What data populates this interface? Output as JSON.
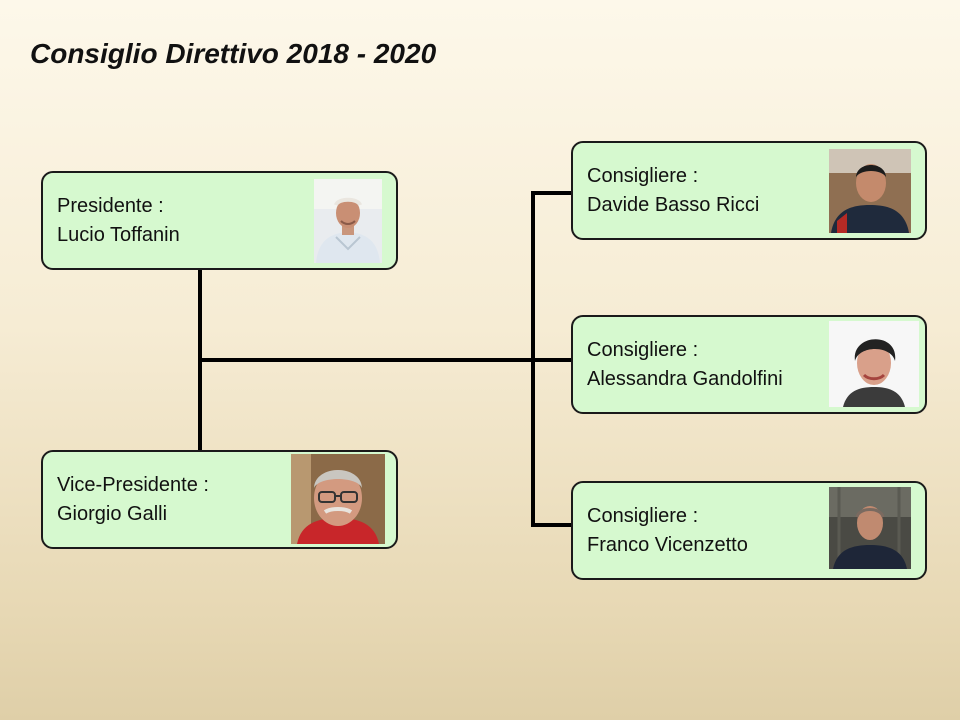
{
  "slide": {
    "title": "Consiglio Direttivo 2018 - 2020"
  },
  "members": {
    "president": {
      "role": "Presidente :",
      "name": "Lucio Toffanin"
    },
    "vice_president": {
      "role": "Vice-Presidente :",
      "name": "Giorgio Galli"
    },
    "councillor_1": {
      "role": "Consigliere :",
      "name": "Davide Basso Ricci"
    },
    "councillor_2": {
      "role": "Consigliere :",
      "name": "Alessandra Gandolfini"
    },
    "councillor_3": {
      "role": "Consigliere :",
      "name": "Franco Vicenzetto"
    }
  },
  "colors": {
    "card_fill": "#d6f9cf",
    "card_border": "#1a1a1a",
    "connector": "#000000"
  }
}
